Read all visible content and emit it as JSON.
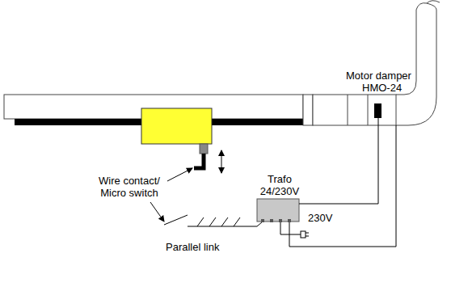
{
  "diagram": {
    "labels": [
      "Motor damper",
      "HMO-24",
      "Trafo 24/230V",
      "230V",
      "Wire contact/ Micro switch",
      "Parallel link"
    ]
  }
}
